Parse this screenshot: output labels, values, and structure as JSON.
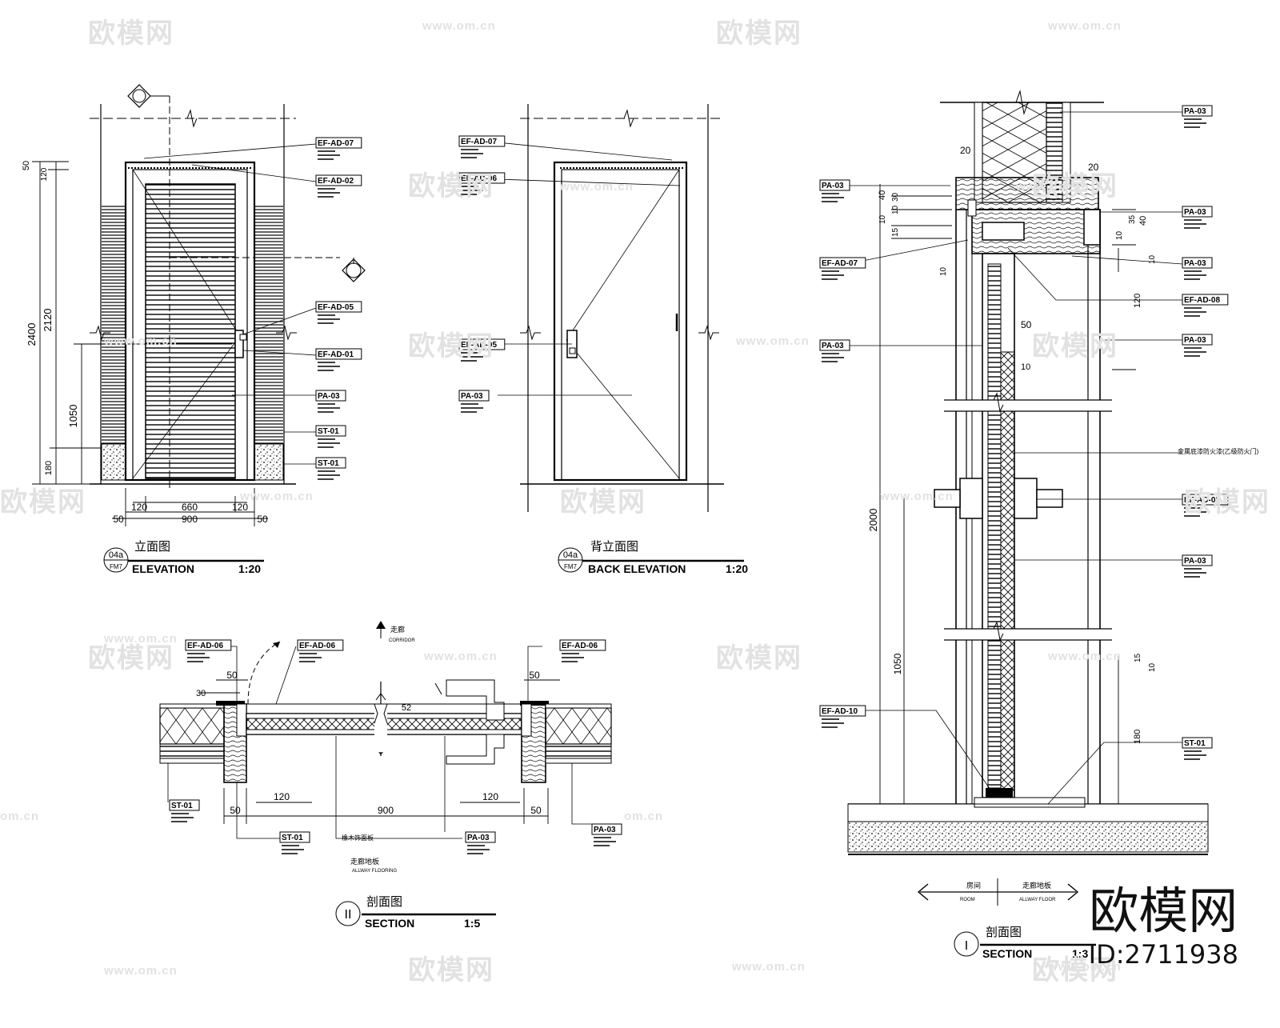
{
  "views": {
    "elevation": {
      "index": "04a",
      "sheet": "FM7",
      "title_cn": "立面图",
      "title_en": "ELEVATION",
      "scale": "1:20"
    },
    "back_elevation": {
      "index": "04a",
      "sheet": "FM7",
      "title_cn": "背立面图",
      "title_en": "BACK ELEVATION",
      "scale": "1:20"
    },
    "plan_section": {
      "mark": "II",
      "title_cn": "剖面图",
      "title_en": "SECTION",
      "scale": "1:5"
    },
    "vertical_section": {
      "mark": "I",
      "title_cn": "剖面图",
      "title_en": "SECTION",
      "scale": "1:3"
    }
  },
  "elevation_dims": {
    "v_total": "2400",
    "v_door": "2120",
    "v_top": "50",
    "v_top2": "120",
    "v_handle": "1050",
    "v_base": "180",
    "h_left": "50",
    "h_right": "50",
    "h_frame_l": "120",
    "h_frame_r": "120",
    "h_leaf": "660",
    "h_total": "900"
  },
  "elevation_tags": [
    "EF-AD-07",
    "EF-AD-02",
    "EF-AD-05",
    "EF-AD-01",
    "PA-03",
    "ST-01",
    "ST-01"
  ],
  "back_tags": [
    "EF-AD-07",
    "EF-AD-06",
    "EF-AD-05",
    "PA-03"
  ],
  "plan_tags": [
    "EF-AD-06",
    "EF-AD-06",
    "EF-AD-06",
    "ST-01",
    "ST-01",
    "PA-03",
    "PA-03"
  ],
  "plan_dims": {
    "d50a": "50",
    "d30": "30",
    "d50b": "50",
    "d120a": "120",
    "d120b": "120",
    "d50c": "50",
    "d50d": "50",
    "d900": "900",
    "d52": "52"
  },
  "section_tags": [
    "PA-03",
    "PA-03",
    "EF-AD-07",
    "PA-03",
    "PA-03",
    "EF-AD-08",
    "PA-03",
    "PA-03",
    "EF-AD-05",
    "PA-03",
    "EF-AD-10",
    "ST-01"
  ],
  "section_dims": {
    "d20a": "20",
    "d20b": "20",
    "d40a": "40",
    "d30": "30",
    "d10a": "10",
    "d10b": "10",
    "d15a": "15",
    "d35": "35",
    "d40b": "40",
    "d10c": "10",
    "d120": "120",
    "d10d": "10",
    "d10e": "10",
    "d50": "50",
    "d10f": "10",
    "d2000": "2000",
    "d1050": "1050",
    "d15b": "15",
    "d10g": "10",
    "d180": "180"
  },
  "watermark": {
    "brand": "欧模网",
    "url": "www.om.cn",
    "url_short": "om.cn"
  },
  "brand": {
    "name": "欧模网",
    "id": "ID:2711938"
  }
}
